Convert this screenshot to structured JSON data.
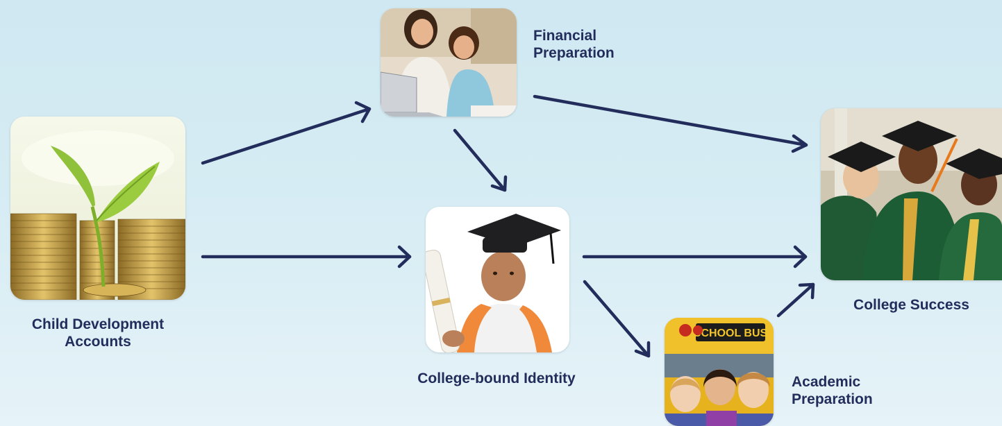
{
  "colors": {
    "arrow": "#232d5c",
    "label": "#232d5c",
    "background_top": "#cfe8f1",
    "background_bottom": "#e6f3f8"
  },
  "nodes": {
    "cda": {
      "image": "seedling-on-coins-photo",
      "label_line1": "Child Development",
      "label_line2": "Accounts"
    },
    "financial": {
      "image": "parent-and-child-at-laptop-photo",
      "label_line1": "Financial",
      "label_line2": "Preparation"
    },
    "identity": {
      "image": "child-in-graduation-cap-with-diploma-photo",
      "label": "College-bound Identity"
    },
    "academic": {
      "image": "children-in-front-of-school-bus-photo",
      "bus_sign": "SCHOOL BUS",
      "label_line1": "Academic",
      "label_line2": "Preparation"
    },
    "success": {
      "image": "graduates-in-caps-and-gowns-photo",
      "label": "College Success"
    }
  },
  "edges": [
    {
      "from": "cda",
      "to": "financial"
    },
    {
      "from": "cda",
      "to": "identity"
    },
    {
      "from": "financial",
      "to": "identity"
    },
    {
      "from": "financial",
      "to": "success"
    },
    {
      "from": "identity",
      "to": "success"
    },
    {
      "from": "identity",
      "to": "academic"
    },
    {
      "from": "academic",
      "to": "success"
    }
  ]
}
